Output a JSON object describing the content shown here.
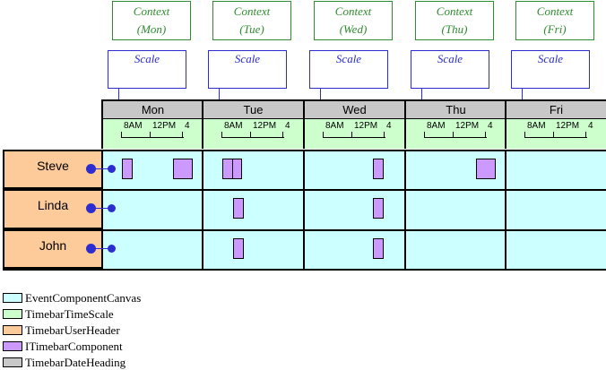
{
  "days": [
    {
      "label": "Mon",
      "context": [
        "Context",
        "(Mon)"
      ]
    },
    {
      "label": "Tue",
      "context": [
        "Context",
        "(Tue)"
      ]
    },
    {
      "label": "Wed",
      "context": [
        "Context",
        "(Wed)"
      ]
    },
    {
      "label": "Thu",
      "context": [
        "Context",
        "(Thu)"
      ]
    },
    {
      "label": "Fri",
      "context": [
        "Context",
        "(Fri)"
      ]
    }
  ],
  "scale_label": "Scale",
  "ticks": [
    "8AM",
    "12PM",
    "4"
  ],
  "users": [
    "Steve",
    "Linda",
    "John"
  ],
  "events": [
    {
      "user": 0,
      "day": 0,
      "slot": "early"
    },
    {
      "user": 0,
      "day": 0,
      "slot": "late-wide"
    },
    {
      "user": 0,
      "day": 1,
      "slot": "early"
    },
    {
      "user": 0,
      "day": 1,
      "slot": "early2"
    },
    {
      "user": 0,
      "day": 2,
      "slot": "late"
    },
    {
      "user": 0,
      "day": 3,
      "slot": "late-wide"
    },
    {
      "user": 1,
      "day": 1,
      "slot": "mid"
    },
    {
      "user": 1,
      "day": 2,
      "slot": "late"
    },
    {
      "user": 2,
      "day": 1,
      "slot": "mid"
    },
    {
      "user": 2,
      "day": 2,
      "slot": "late"
    }
  ],
  "legend": [
    {
      "label": "EventComponentCanvas",
      "color": "#ccffff"
    },
    {
      "label": "TimebarTimeScale",
      "color": "#ccffcc"
    },
    {
      "label": "TimebarUserHeader",
      "color": "#fdcb99"
    },
    {
      "label": "ITimebarComponent",
      "color": "#cc99ff"
    },
    {
      "label": "TimebarDateHeading",
      "color": "#c8c8c8"
    }
  ],
  "colors": {
    "context_border": "#2e8b2e",
    "scale_border": "#2c2cd0",
    "canvas": "#ccffff",
    "time_scale": "#ccffcc",
    "user_header": "#fdcb99",
    "event": "#cc99ff",
    "date_heading": "#c8c8c8"
  }
}
